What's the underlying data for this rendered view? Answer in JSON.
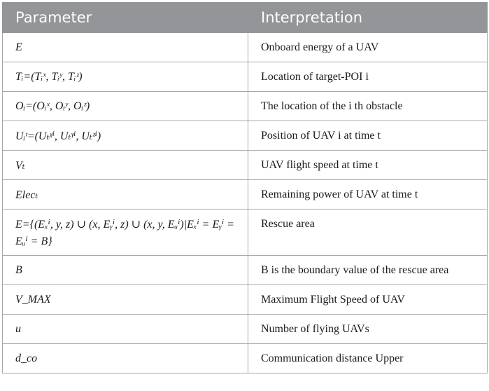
{
  "table": {
    "headers": [
      "Parameter",
      "Interpretation"
    ],
    "rows": [
      {
        "parameter": "E",
        "interpretation": "Onboard energy of a UAV"
      },
      {
        "parameter": "Tᵢ=(Tᵢˣ, Tᵢʸ, Tᵢᶻ)",
        "interpretation": "Location of target-POI i"
      },
      {
        "parameter": "Oᵢ=(Oᵢˣ, Oᵢʸ, Oᵢᶻ)",
        "interpretation": "The location of the i th obstacle"
      },
      {
        "parameter": "Uᵢᵗ=(Uₜᵡⁱ, Uₜᵞⁱ, Uₜᶻⁱ)",
        "interpretation": "Position of UAV i at time t"
      },
      {
        "parameter": "Vₜ",
        "interpretation": "UAV flight speed at time t"
      },
      {
        "parameter": "Elecₜ",
        "interpretation": "Remaining power of UAV at time t"
      },
      {
        "parameter": "E={(Eₓⁱ, y, z) ∪ (x, Eᵧⁱ, z) ∪ (x, y, Eᵤⁱ)|Eₓⁱ = Eᵧⁱ = Eᵤⁱ = B}",
        "interpretation": "Rescue area"
      },
      {
        "parameter": "B",
        "interpretation": "B is the boundary value of the rescue area"
      },
      {
        "parameter": "V_MAX",
        "interpretation": "Maximum Flight Speed of UAV"
      },
      {
        "parameter": "u",
        "interpretation": "Number of flying UAVs"
      },
      {
        "parameter": "d_co",
        "interpretation": "Communication distance Upper"
      }
    ]
  }
}
